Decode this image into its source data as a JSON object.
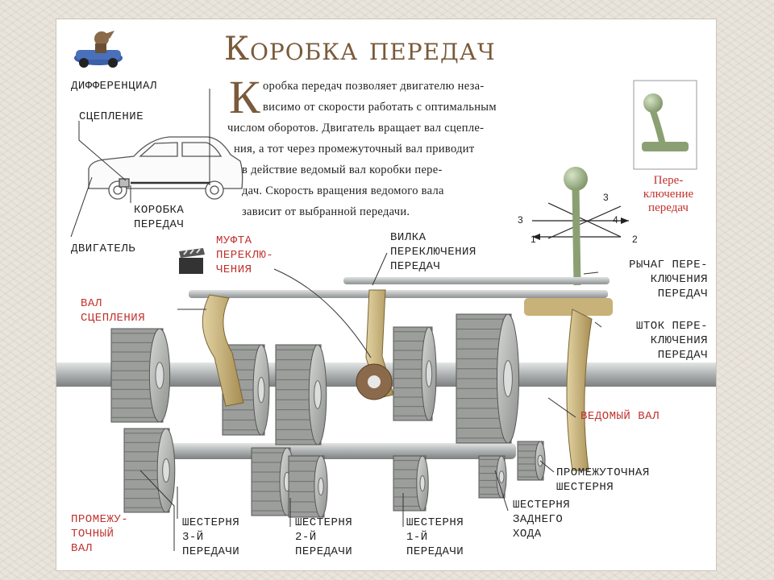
{
  "title": "Коробка передач",
  "intro": {
    "dropcap": "К",
    "lines": [
      "оробка передач позволяет двигателю неза-",
      "висимо от скорости работать с оптимальным",
      "числом оборотов. Двигатель вращает вал сцепле-",
      "ния, а тот через промежуточный вал приводит",
      "в действие ведомый вал коробки пере-",
      "дач. Скорость вращения ведомого вала",
      "зависит от выбранной передачи."
    ]
  },
  "car_labels": {
    "differential": "ДИФФЕРЕНЦИАЛ",
    "clutch": "СЦЕПЛЕНИЕ",
    "gearbox": "КОРОБКА\nПЕРЕДАЧ",
    "engine": "ДВИГАТЕЛЬ"
  },
  "shift_caption": "Пере-\nключение\nпередач",
  "gear_positions": [
    "3",
    "4",
    "1",
    "2"
  ],
  "parts": {
    "clutch_shaft": "ВАЛ\nСЦЕПЛЕНИЯ",
    "shift_sleeve": "МУФТА\nПЕРЕКЛЮ-\nЧЕНИЯ",
    "shift_fork": "ВИЛКА\nПЕРЕКЛЮЧЕНИЯ\nПЕРЕДАЧ",
    "shift_lever": "РЫЧАГ ПЕРЕ-\nКЛЮЧЕНИЯ\nПЕРЕДАЧ",
    "shift_rod": "ШТОК ПЕРЕ-\nКЛЮЧЕНИЯ\nПЕРЕДАЧ",
    "output_shaft": "ВЕДОМЫЙ ВАЛ",
    "idler_gear": "ПРОМЕЖУТОЧНАЯ\nШЕСТЕРНЯ",
    "countershaft": "ПРОМЕЖУ-\nТОЧНЫЙ\nВАЛ",
    "gear3": "ШЕСТЕРНЯ\n3-Й\nПЕРЕДАЧИ",
    "gear2": "ШЕСТЕРНЯ\n2-Й\nПЕРЕДАЧИ",
    "gear1": "ШЕСТЕРНЯ\n1-Й\nПЕРЕДАЧИ",
    "reverse": "ШЕСТЕРНЯ\nЗАДНЕГО\nХОДА"
  },
  "colors": {
    "label_red": "#c0322e",
    "title_brown": "#7a5a3a",
    "gear_gray": "#a8aaa8",
    "shaft_gray": "#b9bcbc",
    "lever_green": "#9fb48a",
    "fork_tan": "#c9b27a"
  },
  "icons": [
    "car-driver-icon",
    "clapperboard-icon"
  ]
}
